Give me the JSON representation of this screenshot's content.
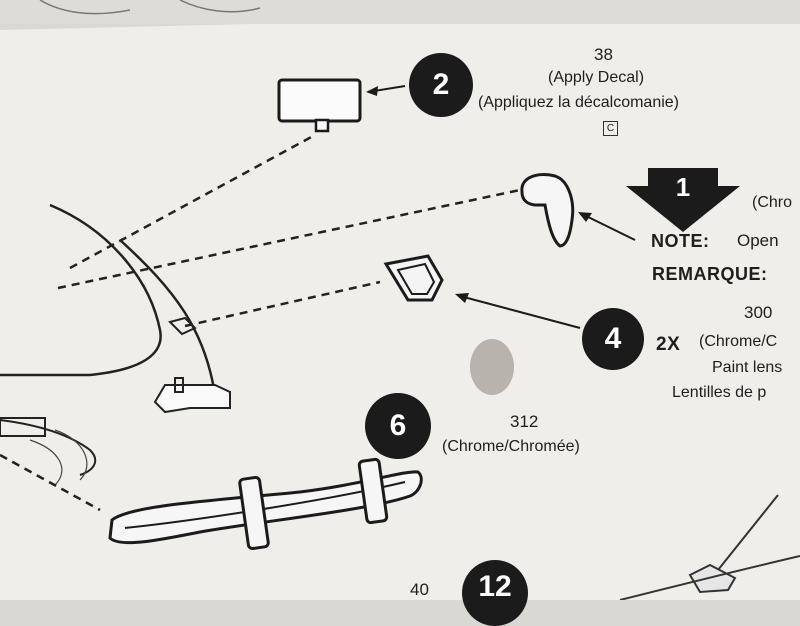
{
  "steps": {
    "s1": "1",
    "s2": "2",
    "s4": "4",
    "s6": "6",
    "s12": "12"
  },
  "callouts": {
    "decal": {
      "part_number": "38",
      "line_en": "(Apply Decal)",
      "line_fr": "(Appliquez la décalcomanie)",
      "decal_letter": "C"
    },
    "step1": {
      "chrome_partial": "(Chro",
      "note_label": "NOTE:",
      "note_text": "Open",
      "remarque_label": "REMARQUE:"
    },
    "step4": {
      "part_number": "300",
      "qty": "2X",
      "line_chrome": "(Chrome/C",
      "line_paint": "Paint lens",
      "line_lentilles": "Lentilles de p"
    },
    "step6": {
      "part_number": "312",
      "finish": "(Chrome/Chromée)"
    },
    "bottom": {
      "part_number": "40"
    }
  },
  "colors": {
    "paper": "#efeeea",
    "ink": "#1b1b1b",
    "background": "#d9d8d4"
  }
}
